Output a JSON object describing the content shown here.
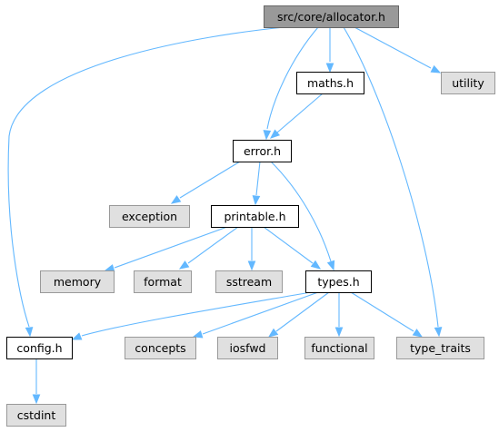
{
  "diagram": {
    "type": "include-dependency-graph",
    "colors": {
      "root_fill": "#999999",
      "root_border": "#666666",
      "local_fill": "#ffffff",
      "local_border": "#000000",
      "system_fill": "#e0e0e0",
      "system_border": "#999999",
      "edge": "#63b8ff"
    },
    "nodes": [
      {
        "id": "allocator",
        "label": "src/core/allocator.h",
        "kind": "root"
      },
      {
        "id": "maths",
        "label": "maths.h",
        "kind": "local"
      },
      {
        "id": "utility",
        "label": "utility",
        "kind": "system"
      },
      {
        "id": "error",
        "label": "error.h",
        "kind": "local"
      },
      {
        "id": "exception",
        "label": "exception",
        "kind": "system"
      },
      {
        "id": "printable",
        "label": "printable.h",
        "kind": "local"
      },
      {
        "id": "memory",
        "label": "memory",
        "kind": "system"
      },
      {
        "id": "format",
        "label": "format",
        "kind": "system"
      },
      {
        "id": "sstream",
        "label": "sstream",
        "kind": "system"
      },
      {
        "id": "types",
        "label": "types.h",
        "kind": "local"
      },
      {
        "id": "config",
        "label": "config.h",
        "kind": "local"
      },
      {
        "id": "concepts",
        "label": "concepts",
        "kind": "system"
      },
      {
        "id": "iosfwd",
        "label": "iosfwd",
        "kind": "system"
      },
      {
        "id": "functional",
        "label": "functional",
        "kind": "system"
      },
      {
        "id": "type_traits",
        "label": "type_traits",
        "kind": "system"
      },
      {
        "id": "cstdint",
        "label": "cstdint",
        "kind": "system"
      }
    ],
    "edges": [
      {
        "from": "allocator",
        "to": "config"
      },
      {
        "from": "allocator",
        "to": "error"
      },
      {
        "from": "allocator",
        "to": "maths"
      },
      {
        "from": "allocator",
        "to": "utility"
      },
      {
        "from": "allocator",
        "to": "type_traits"
      },
      {
        "from": "maths",
        "to": "error"
      },
      {
        "from": "error",
        "to": "exception"
      },
      {
        "from": "error",
        "to": "printable"
      },
      {
        "from": "error",
        "to": "types"
      },
      {
        "from": "printable",
        "to": "memory"
      },
      {
        "from": "printable",
        "to": "format"
      },
      {
        "from": "printable",
        "to": "sstream"
      },
      {
        "from": "printable",
        "to": "types"
      },
      {
        "from": "types",
        "to": "config"
      },
      {
        "from": "types",
        "to": "concepts"
      },
      {
        "from": "types",
        "to": "iosfwd"
      },
      {
        "from": "types",
        "to": "functional"
      },
      {
        "from": "types",
        "to": "type_traits"
      },
      {
        "from": "config",
        "to": "cstdint"
      }
    ]
  }
}
